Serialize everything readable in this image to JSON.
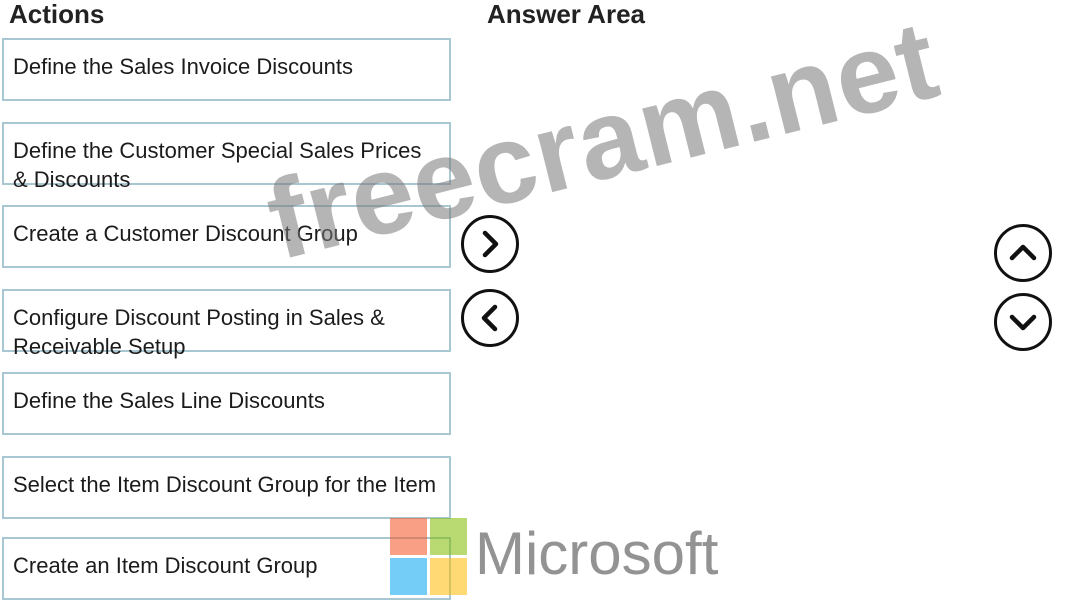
{
  "actions": {
    "heading": "Actions",
    "items": [
      "Define the Sales Invoice Discounts",
      "Define the Customer Special Sales Prices & Discounts",
      "Create a Customer Discount Group",
      "Configure Discount Posting in Sales & Receivable Setup",
      "Define the Sales Line Discounts",
      "Select the Item Discount Group for the Item",
      "Create an Item Discount Group"
    ]
  },
  "answer_area": {
    "heading": "Answer Area"
  },
  "controls": {
    "move_right_icon": "chevron-right-icon",
    "move_left_icon": "chevron-left-icon",
    "move_up_icon": "chevron-up-icon",
    "move_down_icon": "chevron-down-icon"
  },
  "watermark": {
    "text": "freecram.net",
    "brand_text": "Microsoft",
    "colors": [
      "#f25022",
      "#7fba00",
      "#00a4ef",
      "#ffb900"
    ]
  }
}
